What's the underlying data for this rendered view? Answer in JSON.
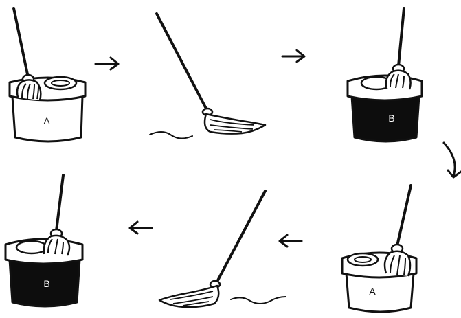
{
  "diagram": {
    "colors": {
      "ink": "#111111",
      "paper": "#ffffff",
      "dark_water": "#0d0d0d"
    },
    "steps": [
      {
        "id": "step-1",
        "bucket_label": "A",
        "bucket_fill": "light"
      },
      {
        "id": "step-2",
        "scene": "mopping-floor"
      },
      {
        "id": "step-3",
        "bucket_label": "B",
        "bucket_fill": "dark"
      },
      {
        "id": "step-4",
        "bucket_label": "A",
        "bucket_fill": "light"
      },
      {
        "id": "step-5",
        "scene": "mopping-floor"
      },
      {
        "id": "step-6",
        "bucket_label": "B",
        "bucket_fill": "dark"
      }
    ],
    "arrows": [
      "right",
      "right",
      "curved-down",
      "left",
      "left"
    ]
  }
}
